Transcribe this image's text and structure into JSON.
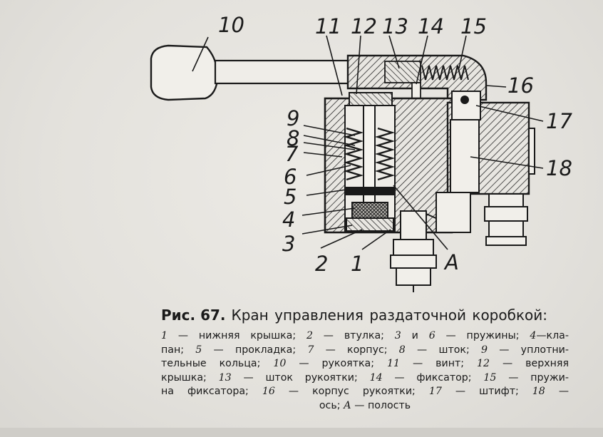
{
  "figure": {
    "number": "Рис. 67.",
    "title": "Кран управления   раздаточной коробкой:"
  },
  "callouts": [
    {
      "id": "1",
      "text": "1"
    },
    {
      "id": "2",
      "text": "2"
    },
    {
      "id": "3",
      "text": "3"
    },
    {
      "id": "4",
      "text": "4"
    },
    {
      "id": "5",
      "text": "5"
    },
    {
      "id": "6",
      "text": "6"
    },
    {
      "id": "7",
      "text": "7"
    },
    {
      "id": "8",
      "text": "8"
    },
    {
      "id": "9",
      "text": "9"
    },
    {
      "id": "10",
      "text": "10"
    },
    {
      "id": "11",
      "text": "11"
    },
    {
      "id": "12",
      "text": "12"
    },
    {
      "id": "13",
      "text": "13"
    },
    {
      "id": "14",
      "text": "14"
    },
    {
      "id": "15",
      "text": "15"
    },
    {
      "id": "16",
      "text": "16"
    },
    {
      "id": "17",
      "text": "17"
    },
    {
      "id": "18",
      "text": "18"
    },
    {
      "id": "A",
      "text": "A"
    }
  ],
  "legend_lines": [
    [
      {
        "n": "1",
        "t": " — нижняя крышка; "
      },
      {
        "n": "2",
        "t": " — втулка; "
      },
      {
        "n": "3",
        "t": " и "
      },
      {
        "n": "6",
        "t": " — пружины; "
      },
      {
        "n": "4",
        "t": "—кла-"
      }
    ],
    [
      {
        "n": "",
        "t": "пан; "
      },
      {
        "n": "5",
        "t": " — прокладка; "
      },
      {
        "n": "7",
        "t": " — корпус; "
      },
      {
        "n": "8",
        "t": " — шток; "
      },
      {
        "n": "9",
        "t": " — уплотни-"
      }
    ],
    [
      {
        "n": "",
        "t": "тельные кольца; "
      },
      {
        "n": "10",
        "t": " — рукоятка; "
      },
      {
        "n": "11",
        "t": " — винт; "
      },
      {
        "n": "12",
        "t": " — верхняя"
      }
    ],
    [
      {
        "n": "",
        "t": "крышка; "
      },
      {
        "n": "13",
        "t": " — шток рукоятки; "
      },
      {
        "n": "14",
        "t": " — фиксатор; "
      },
      {
        "n": "15",
        "t": " — пружи-"
      }
    ],
    [
      {
        "n": "",
        "t": "на фиксатора; "
      },
      {
        "n": "16",
        "t": " — корпус рукоятки; "
      },
      {
        "n": "17",
        "t": " — штифт; "
      },
      {
        "n": "18",
        "t": " —"
      }
    ],
    [
      {
        "n": "",
        "t": "ось; "
      },
      {
        "n": "А",
        "t": " — полость"
      }
    ]
  ]
}
